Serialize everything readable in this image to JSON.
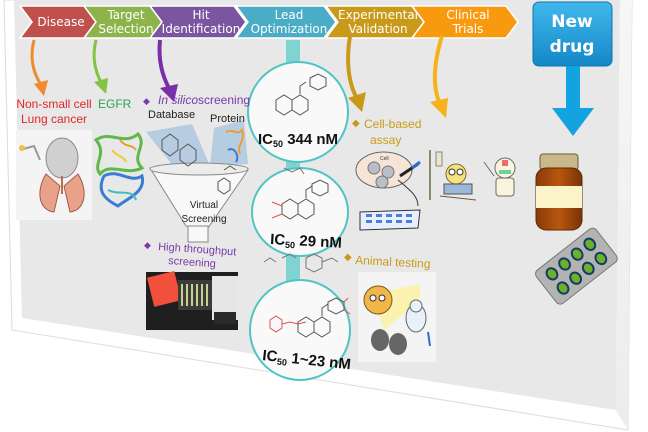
{
  "pipeline": {
    "steps": [
      {
        "id": "disease",
        "lines": [
          "Disease"
        ],
        "color": "#c0504d"
      },
      {
        "id": "target-selection",
        "lines": [
          "Target",
          "Selection"
        ],
        "color": "#8cb44a"
      },
      {
        "id": "hit-identification",
        "lines": [
          "Hit",
          "Identification"
        ],
        "color": "#7b56a0"
      },
      {
        "id": "lead-optimization",
        "lines": [
          "Lead",
          "Optimization"
        ],
        "color": "#4bacc6"
      },
      {
        "id": "experimental-validation",
        "lines": [
          "Experimental",
          "Validation"
        ],
        "color": "#c99a1a"
      },
      {
        "id": "clinical-trials",
        "lines": [
          "Clinical",
          "Trials"
        ],
        "color": "#f79a10"
      }
    ],
    "final": {
      "lines": [
        "New",
        "drug"
      ],
      "color": "#1f9ad6"
    }
  },
  "disease": {
    "label_line1": "Non-small cell",
    "label_line2": "Lung cancer",
    "color": "#e0262a"
  },
  "target": {
    "label": "EGFR",
    "color": "#27a84a"
  },
  "hit": {
    "in_silico_italic": "In silico",
    "in_silico_rest": "screening",
    "database_label": "Database",
    "protein_label": "Protein",
    "virtual_label_line1": "Virtual",
    "virtual_label_line2": "Screening",
    "hts_line1": "High throughput",
    "hts_line2": "screening",
    "color": "#7a3aa8"
  },
  "lead": {
    "compounds": [
      {
        "ic50_prefix": "IC",
        "ic50_sub": "50",
        "ic50_value": "344 nM"
      },
      {
        "ic50_prefix": "IC",
        "ic50_sub": "50",
        "ic50_value": "29 nM"
      },
      {
        "ic50_prefix": "IC",
        "ic50_sub": "50",
        "ic50_value": "1~23 nM"
      }
    ],
    "color": "#58c9c9"
  },
  "validation": {
    "cell_assay_line1": "Cell-based",
    "cell_assay_line2": "assay",
    "animal_testing": "Animal testing",
    "cell_dish_label": "Cell",
    "color": "#c99a1a"
  },
  "bullet_glyph": "◆"
}
